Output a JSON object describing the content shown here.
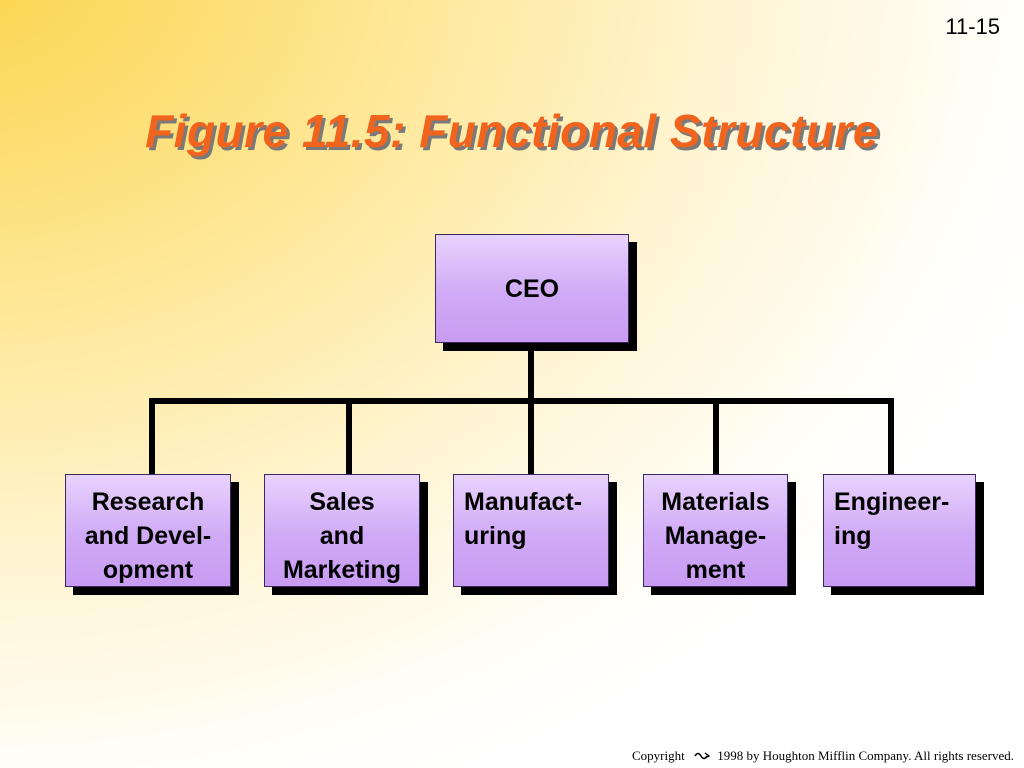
{
  "slide_number": "11-15",
  "title": "Figure 11.5:  Functional Structure",
  "org_chart": {
    "root": {
      "label": "CEO"
    },
    "departments": [
      {
        "label": "Research\nand Devel-\nopment",
        "align": "center"
      },
      {
        "label": "Sales\nand\nMarketing",
        "align": "center"
      },
      {
        "label": "Manufact-\nuring",
        "align": "left"
      },
      {
        "label": "Materials\nManage-\nment",
        "align": "center"
      },
      {
        "label": "Engineer-\ning",
        "align": "left"
      }
    ]
  },
  "footer": {
    "copyright_label": "Copyright",
    "logo_icon": "houghton-mifflin-logo-icon",
    "notice": "1998 by Houghton Mifflin Company.  All rights reserved."
  }
}
